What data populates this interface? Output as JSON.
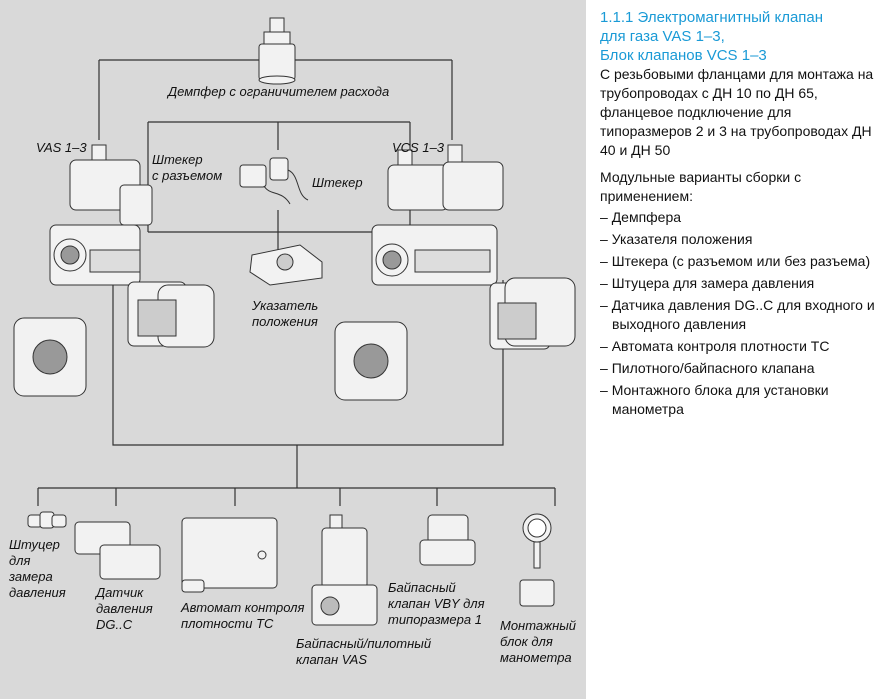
{
  "colors": {
    "panel": "#d9d9d9",
    "heading": "#1a9ad6",
    "line": "#333333",
    "metal": "#f2f2f2"
  },
  "labels": {
    "damper": "Демпфер с ограничителем расхода",
    "vas13": "VAS 1–3",
    "vcs13": "VCS 1–3",
    "plug_with_socket": "Штекер\nс разъемом",
    "plug": "Штекер",
    "position_indicator": "Указатель\nположения",
    "pressure_port": "Штуцер\nдля\nзамера\nдавления",
    "pressure_sensor": "Датчик\nдавления\nDG..C",
    "tightness_control": "Автомат контроля\nплотности TC",
    "bypass_pilot": "Байпасный/пилотный\nклапан VAS",
    "bypass_vby": "Байпасный\nклапан VBY для\nтипоразмера 1",
    "gauge_block": "Монтажный\nблок для\nманометра"
  },
  "text": {
    "heading_lines": [
      "1.1.1 Электромагнитный клапан",
      "для газа  VAS 1–3,",
      "Блок клапанов VCS 1–3"
    ],
    "intro": "С резьбовыми фланцами для монтажа на трубопроводах с ДН 10 по ДН 65, фланцевое подключение для типоразмеров 2 и 3 на трубопроводах ДН 40 и ДН 50",
    "modular": "Модульные варианты сборки с применением:",
    "items": [
      "Демпфера",
      "Указателя положения",
      "Штекера (с разъемом или без разъема)",
      "Штуцера для замера давления",
      "Датчика давления DG..C для входного и выходного давления",
      "Автомата контроля плотности TC",
      "Пилотного/байпасного клапана",
      "Монтажного блока для установки манометра"
    ]
  }
}
